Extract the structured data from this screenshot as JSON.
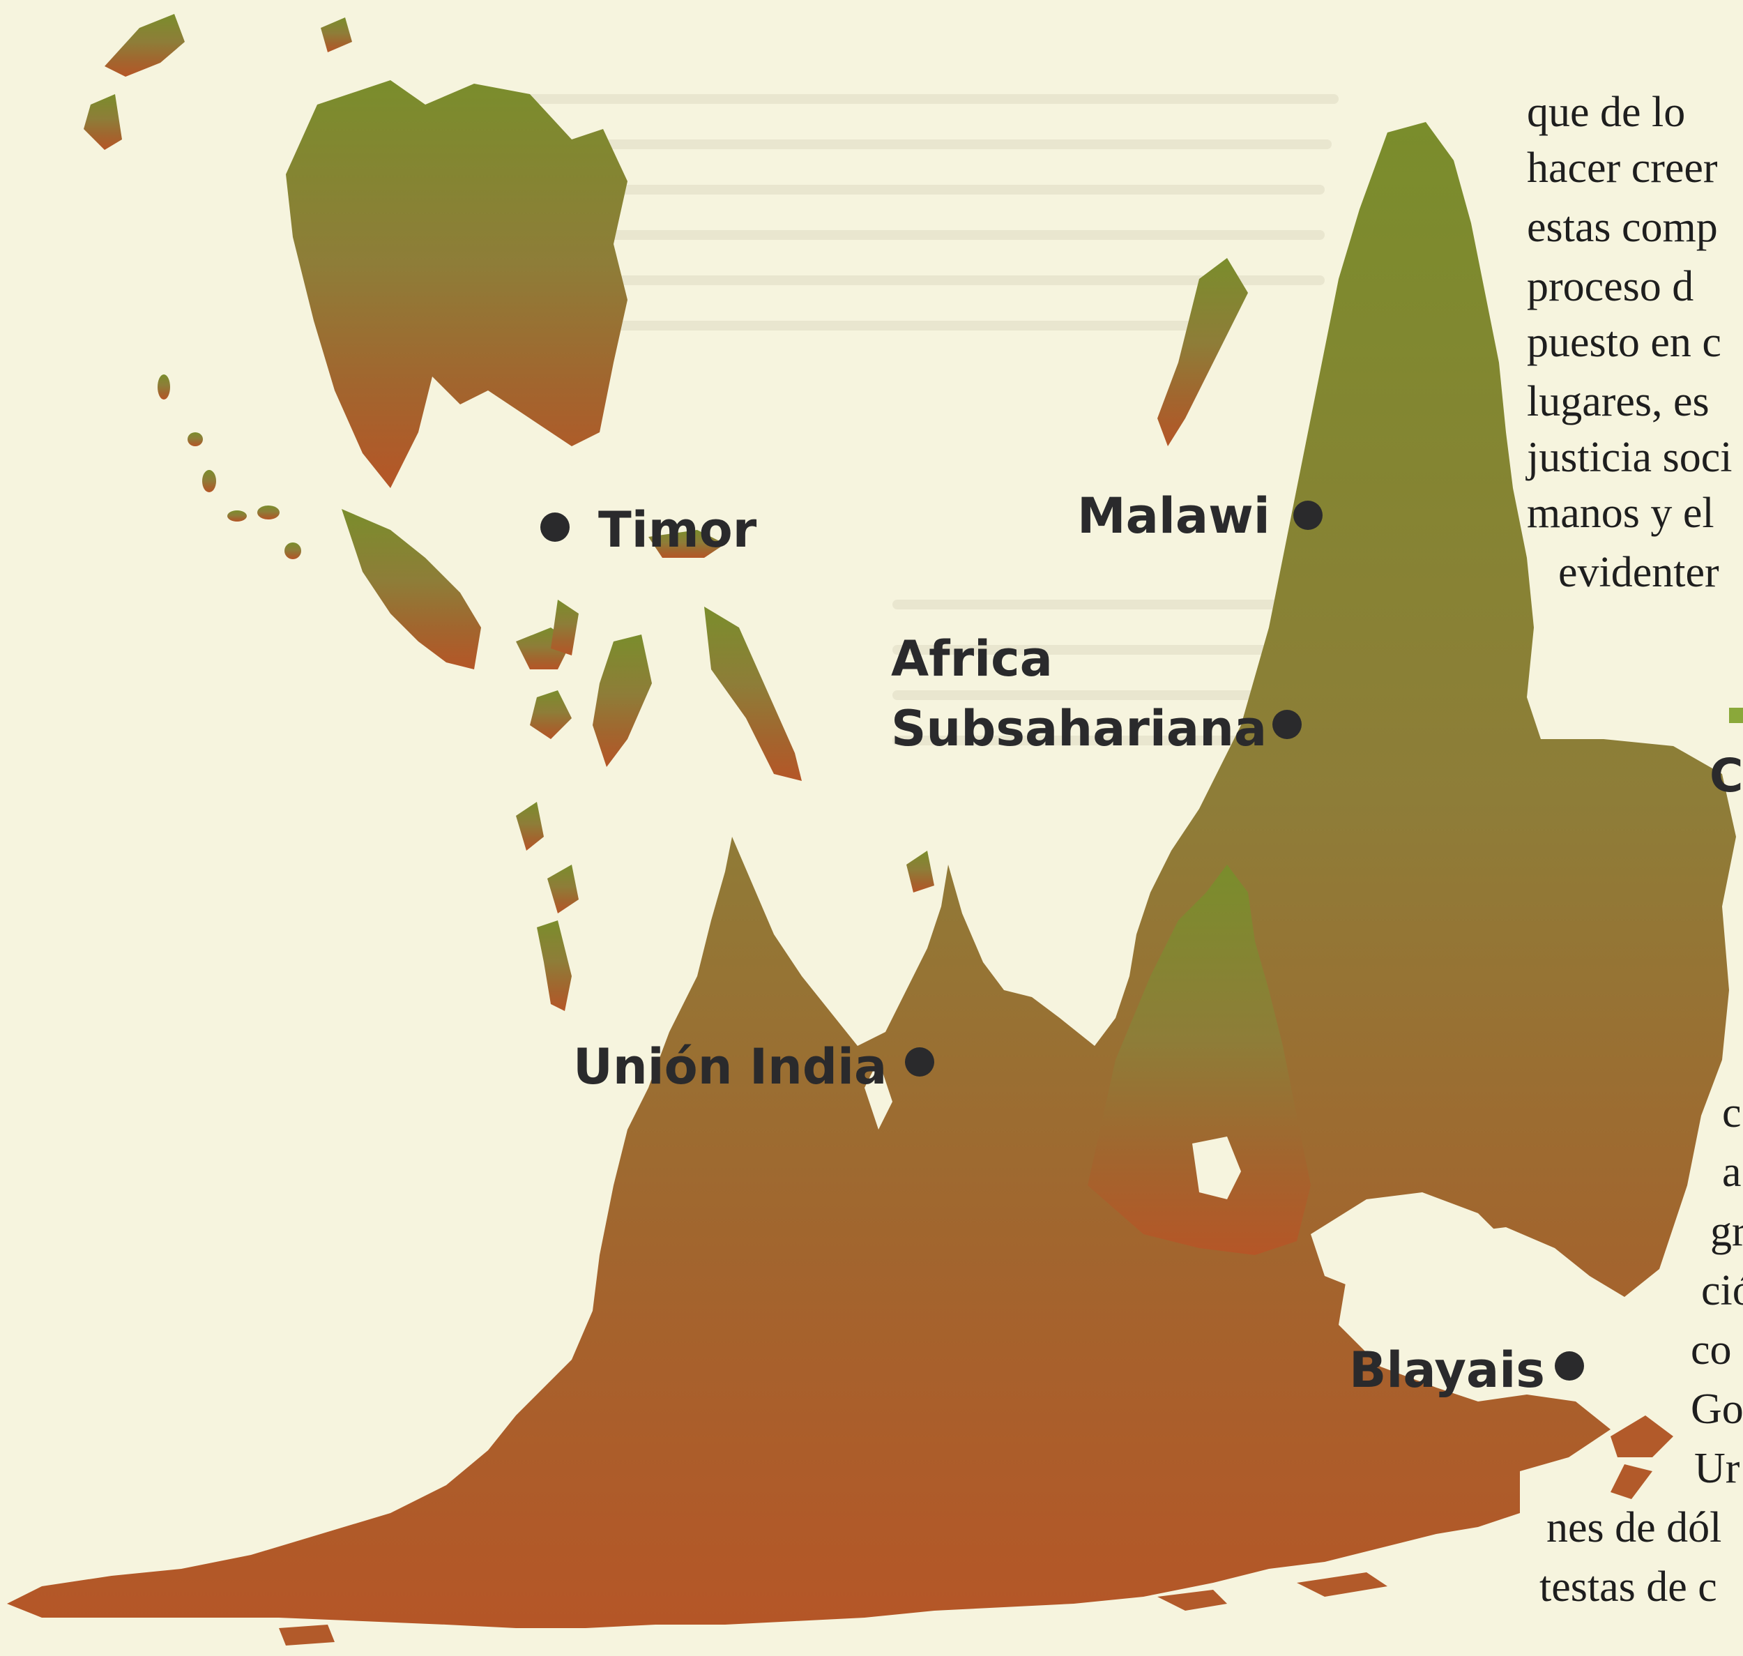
{
  "map": {
    "labels": {
      "timor": "Timor",
      "malawi": "Malawi",
      "africa_line1": "Africa",
      "africa_line2": "Subsahariana",
      "union_india": "Unión India",
      "blayais": "Blayais"
    },
    "colors": {
      "land_top": "#7a8d2c",
      "land_mid": "#8d7a36",
      "land_bottom": "#b25a2a",
      "marker": "#2a2a2c",
      "background": "#f6f4de"
    }
  },
  "article": {
    "lines_top": [
      "que de lo",
      "hacer creer",
      "estas comp",
      "proceso d",
      "puesto en c",
      "lugares, es",
      "justicia soci",
      "manos y el",
      "evidenter"
    ],
    "heading_fragment": "C",
    "lines_bottom": [
      "c",
      "a",
      "gr",
      "ció",
      "co",
      "Go",
      "Ur",
      "nes de dól",
      "testas de c"
    ]
  }
}
